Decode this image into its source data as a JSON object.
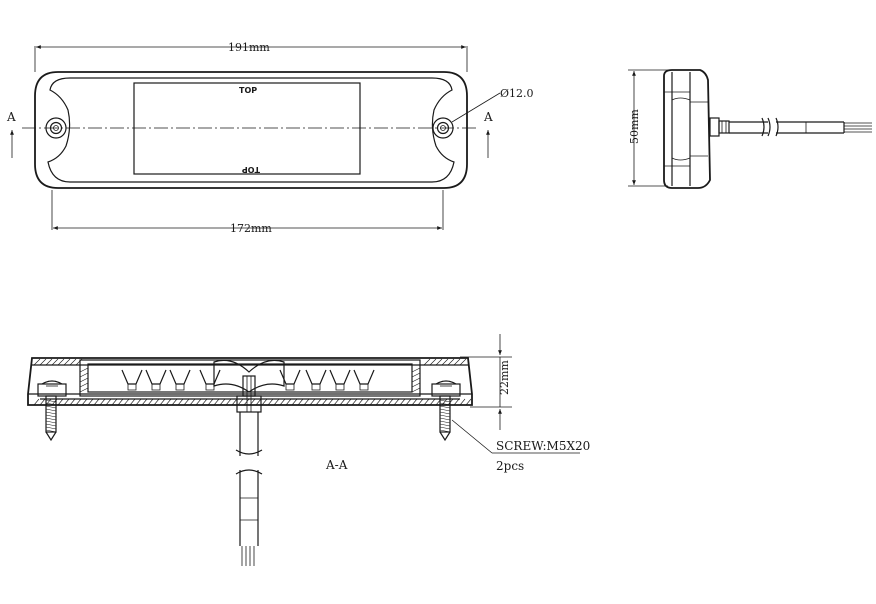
{
  "front_view": {
    "top_label": "TOP",
    "width_overall": "191mm",
    "width_holes": "172mm",
    "hole_diameter": "Ø12.0",
    "section_marker_left": "A",
    "section_marker_right": "A"
  },
  "side_view": {
    "height": "50mm"
  },
  "section_view": {
    "depth": "22mm",
    "title": "A-A",
    "screw_spec": "SCREW:M5X20",
    "screw_qty": "2pcs"
  }
}
